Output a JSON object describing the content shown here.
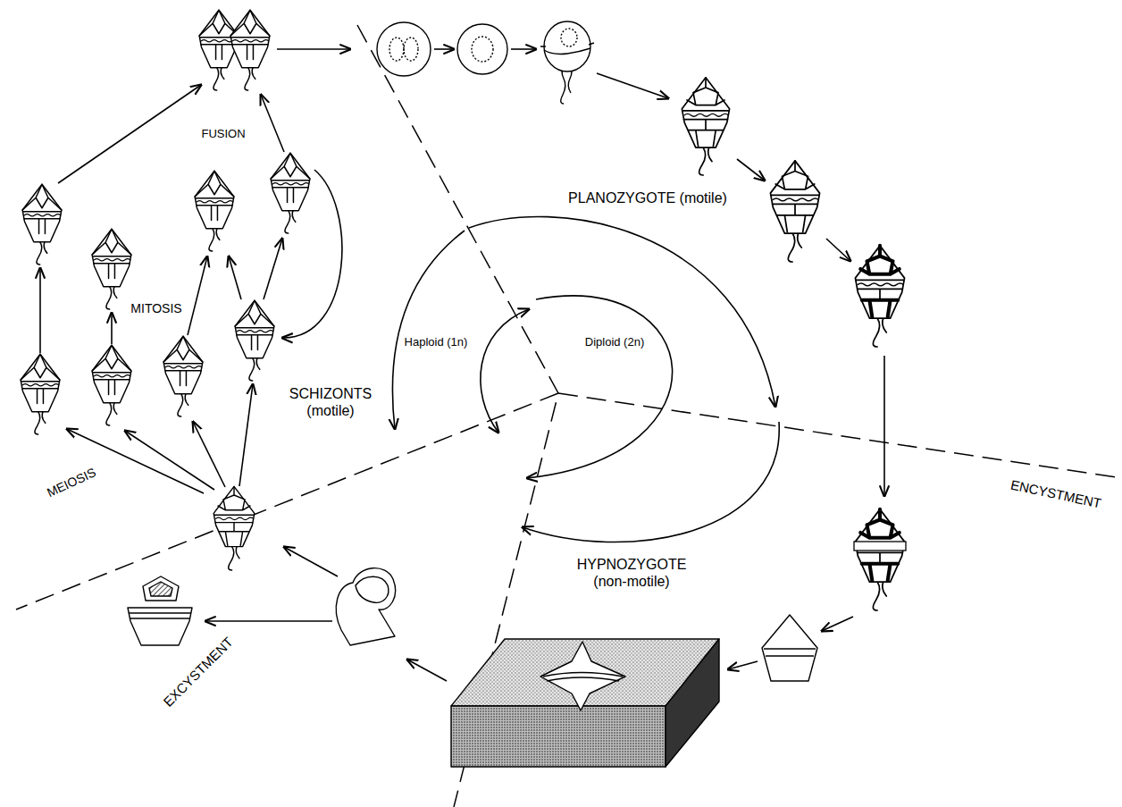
{
  "diagram": {
    "labels": [
      "FUSION",
      "MITOSIS",
      "MEIOSIS",
      "SCHIZONTS (motile)",
      "Haploid (1n)",
      "Diploid (2n)",
      "PLANOZYGOTE (motile)",
      "ENCYSTMENT",
      "HYPNOZYGOTE (non-motile)",
      "EXCYSTMENT"
    ]
  }
}
